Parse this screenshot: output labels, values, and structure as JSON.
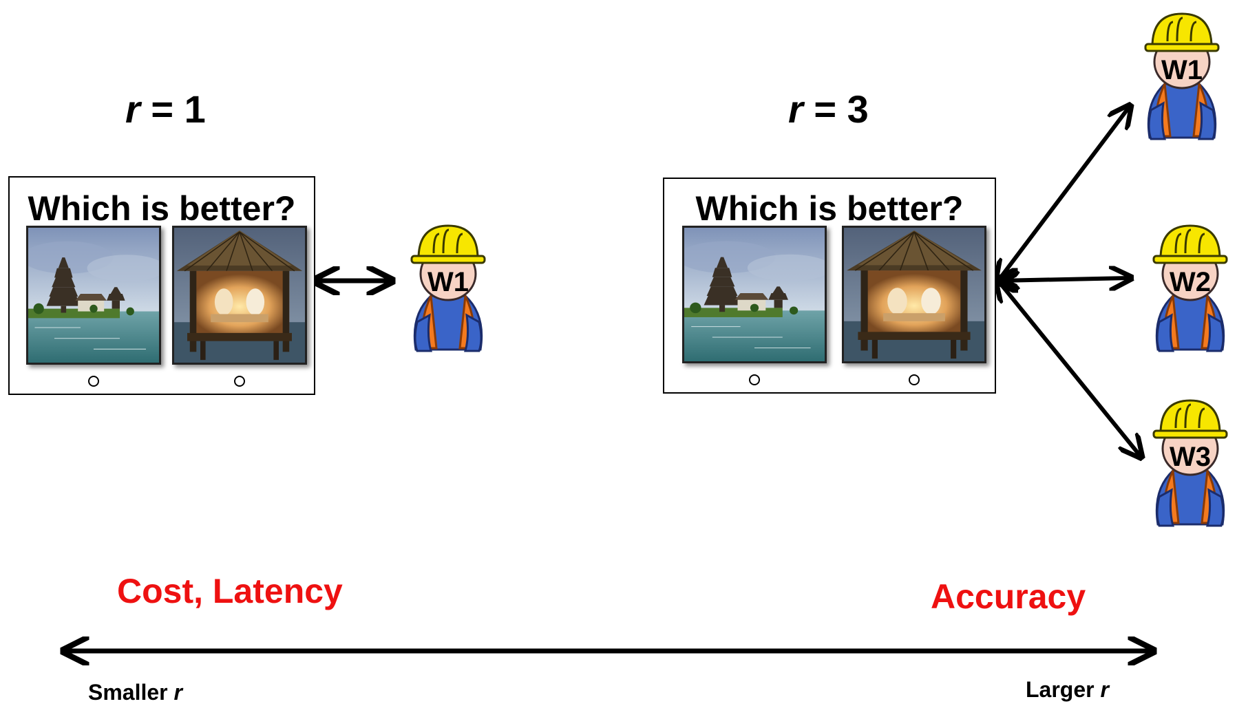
{
  "left_panel": {
    "r_var": "r",
    "r_eq": " = 1",
    "question": "Which is better?",
    "option_a": "",
    "option_b": "",
    "worker": "W1"
  },
  "right_panel": {
    "r_var": "r",
    "r_eq": " = 3",
    "question": "Which is better?",
    "workers": [
      "W1",
      "W2",
      "W3"
    ]
  },
  "tradeoff": {
    "left_metric": "Cost, Latency",
    "right_metric": "Accuracy",
    "left_end_word": "Smaller ",
    "left_end_var": "r",
    "right_end_word": "Larger ",
    "right_end_var": "r"
  },
  "colors": {
    "metric_red": "#ee1111",
    "helmet_yellow": "#f7e600",
    "vest_orange": "#f47a1f",
    "shirt_blue": "#3a64c8",
    "face": "#f7d3c4"
  },
  "icons": {
    "worker": "construction-worker-icon",
    "image_a": "pagoda-lake-image",
    "image_b": "thatched-hut-dinner-image"
  }
}
